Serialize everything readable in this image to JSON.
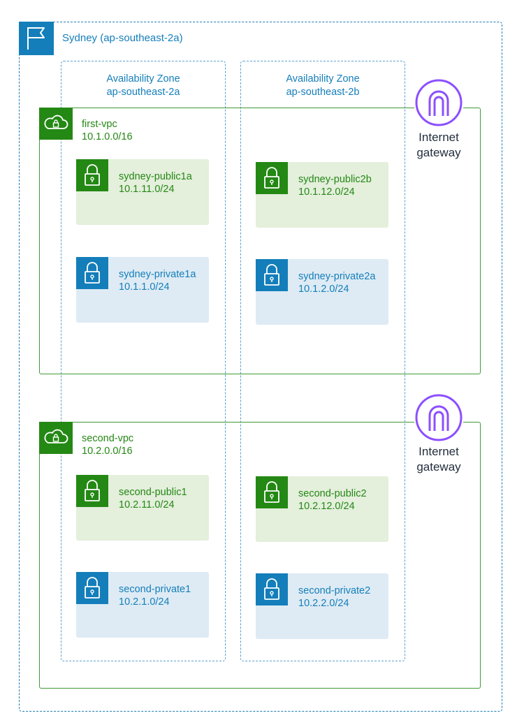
{
  "region": {
    "label": "Sydney (ap-southeast-2a)",
    "color": "#147eba"
  },
  "zones": [
    {
      "title": "Availability Zone",
      "name": "ap-southeast-2a"
    },
    {
      "title": "Availability Zone",
      "name": "ap-southeast-2b"
    }
  ],
  "vpcs": [
    {
      "name": "first-vpc",
      "cidr": "10.1.0.0/16"
    },
    {
      "name": "second-vpc",
      "cidr": "10.2.0.0/16"
    }
  ],
  "subnets": {
    "vpc1": {
      "public_a": {
        "name": "sydney-public1a",
        "cidr": "10.1.11.0/24"
      },
      "public_b": {
        "name": "sydney-public2b",
        "cidr": "10.1.12.0/24"
      },
      "private_a": {
        "name": "sydney-private1a",
        "cidr": "10.1.1.0/24"
      },
      "private_b": {
        "name": "sydney-private2a",
        "cidr": "10.1.2.0/24"
      }
    },
    "vpc2": {
      "public_a": {
        "name": "second-public1",
        "cidr": "10.2.11.0/24"
      },
      "public_b": {
        "name": "second-public2",
        "cidr": "10.2.12.0/24"
      },
      "private_a": {
        "name": "second-private1",
        "cidr": "10.2.1.0/24"
      },
      "private_b": {
        "name": "second-private2",
        "cidr": "10.2.2.0/24"
      }
    }
  },
  "gateways": [
    {
      "line1": "Internet",
      "line2": "gateway"
    },
    {
      "line1": "Internet",
      "line2": "gateway"
    }
  ],
  "colors": {
    "public": "#248814",
    "private": "#147eba",
    "gateway": "#8c4fff"
  },
  "icons": {
    "region": "flag-icon",
    "vpc": "cloud-lock-icon",
    "subnet": "padlock-icon",
    "gateway": "internet-gateway-icon"
  }
}
